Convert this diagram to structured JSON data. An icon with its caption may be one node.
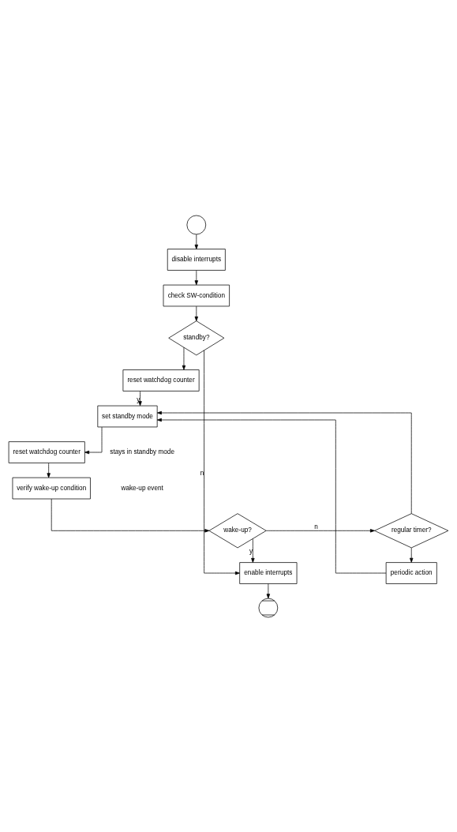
{
  "diagram": {
    "nodes": [
      {
        "text": [],
        "shape": "circle"
      },
      {
        "text": [
          "disable interrupts"
        ]
      },
      {
        "text": [
          "check SW-condition"
        ]
      },
      {
        "text": [
          "standby?"
        ]
      },
      {
        "text": [
          "reset watchdog counter"
        ]
      },
      {
        "text": [
          "set standby mode"
        ]
      },
      {
        "text": [
          "reset watchdog counter"
        ]
      },
      {
        "text": [
          "verify wake-up condition"
        ]
      },
      {
        "text": [
          "wake-up?"
        ]
      },
      {
        "text": [
          "regular timer?"
        ]
      },
      {
        "text": [
          "periodic action"
        ]
      },
      {
        "text": [
          "enable interrupts"
        ]
      },
      {
        "text": [],
        "shape": "xcircle"
      }
    ],
    "edges": [
      {
        "from": 0,
        "to": 1,
        "arrow": "to"
      },
      {
        "from": 1,
        "to": 2,
        "arrow": "to"
      },
      {
        "from": 2,
        "to": 3,
        "arrow": "to"
      },
      {
        "from": 3,
        "to": 4,
        "arrow": "to"
      },
      {
        "from": 3,
        "to": 11,
        "label": "n",
        "arrow": "to"
      },
      {
        "from": 4,
        "to": 5,
        "label": "y",
        "arrow": "to"
      },
      {
        "from": 5,
        "to": 6,
        "arrow": "to"
      },
      {
        "from": 6,
        "to": 7,
        "arrow": "to"
      },
      {
        "from": 7,
        "to": 8,
        "arrow": "to"
      },
      {
        "from": 8,
        "to": 9,
        "label": "n",
        "arrow": "to"
      },
      {
        "from": 8,
        "to": 11,
        "label": "y",
        "arrow": "to"
      },
      {
        "from": 9,
        "to": 10,
        "arrow": "to"
      },
      {
        "from": 10,
        "to": 5,
        "arrow": "to"
      },
      {
        "from": 9,
        "to": 5,
        "arrow": "to"
      },
      {
        "from": 11,
        "to": 12,
        "arrow": "to"
      }
    ],
    "legend": [
      {
        "text": "stays in standby mode"
      },
      {
        "text": "wake-up event"
      }
    ]
  }
}
